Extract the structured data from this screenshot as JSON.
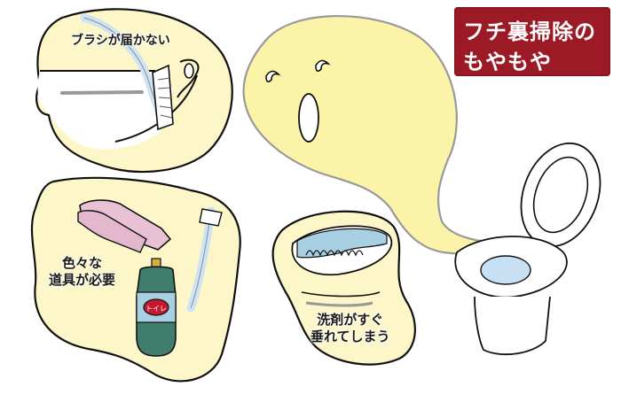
{
  "title": {
    "line1": "フチ裏掃除の",
    "line2": "もやもや",
    "background_color": "#9b1a26",
    "text_color": "#ffffff"
  },
  "panels": [
    {
      "id": "brush",
      "caption": "ブラシが届かない",
      "icon": "toilet-rim-brush-illustration"
    },
    {
      "id": "tools",
      "caption_line1": "色々な",
      "caption_line2": "道具が必要",
      "icon": "cleaning-tools-illustration",
      "bottle_label": "トイレ"
    },
    {
      "id": "detergent",
      "caption_line1": "洗剤がすぐ",
      "caption_line2": "垂れてしまう",
      "icon": "dripping-detergent-illustration"
    }
  ],
  "ghost": {
    "icon": "sighing-ghost-illustration"
  },
  "toilet": {
    "icon": "toilet-illustration"
  },
  "colors": {
    "panel_fill": "#fcf6c8",
    "ghost_fill": "#fbf4a8",
    "water_blue": "#c8e0f4",
    "outline": "#111111"
  }
}
